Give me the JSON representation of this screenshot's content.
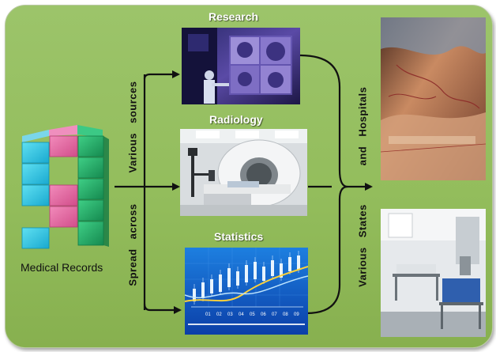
{
  "diagram": {
    "left_label": "Medical Records",
    "arrow_label_top": "Various sources",
    "arrow_label_bottom": "Spread across",
    "right_label_top": "and Hospitals",
    "right_label_bottom": "Various States",
    "nodes": [
      {
        "title": "Research"
      },
      {
        "title": "Radiology"
      },
      {
        "title": "Statistics"
      }
    ],
    "statistics_axis_ticks": [
      "01",
      "02",
      "03",
      "04",
      "05",
      "06",
      "07",
      "08",
      "09"
    ]
  },
  "colors": {
    "panel_green": "#93bd5c",
    "tile_cyan": "#2ec7e4",
    "tile_pink": "#e3629d",
    "tile_green": "#23a865",
    "arrow": "#111111"
  }
}
